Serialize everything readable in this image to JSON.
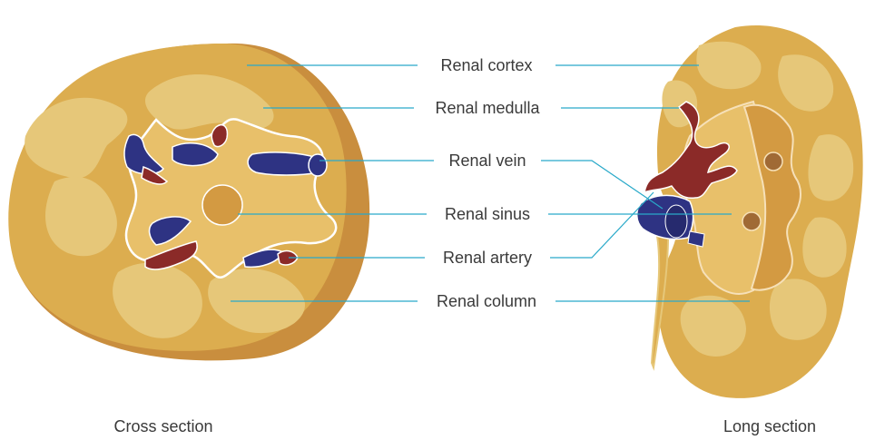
{
  "labels": {
    "cortex": "Renal cortex",
    "medulla": "Renal medulla",
    "vein": "Renal vein",
    "sinus": "Renal sinus",
    "artery": "Renal artery",
    "column": "Renal column"
  },
  "captions": {
    "cross": "Cross section",
    "long": "Long section"
  },
  "colors": {
    "cortex": "#dcad4f",
    "cortex_shadow": "#c98e3e",
    "medulla": "#e6c779",
    "sinus": "#e8be5f",
    "sinus_inner": "#d39a42",
    "vein": "#2e3383",
    "artery": "#8b2a28",
    "leader": "#29a9c9",
    "outline": "#ffffff"
  }
}
